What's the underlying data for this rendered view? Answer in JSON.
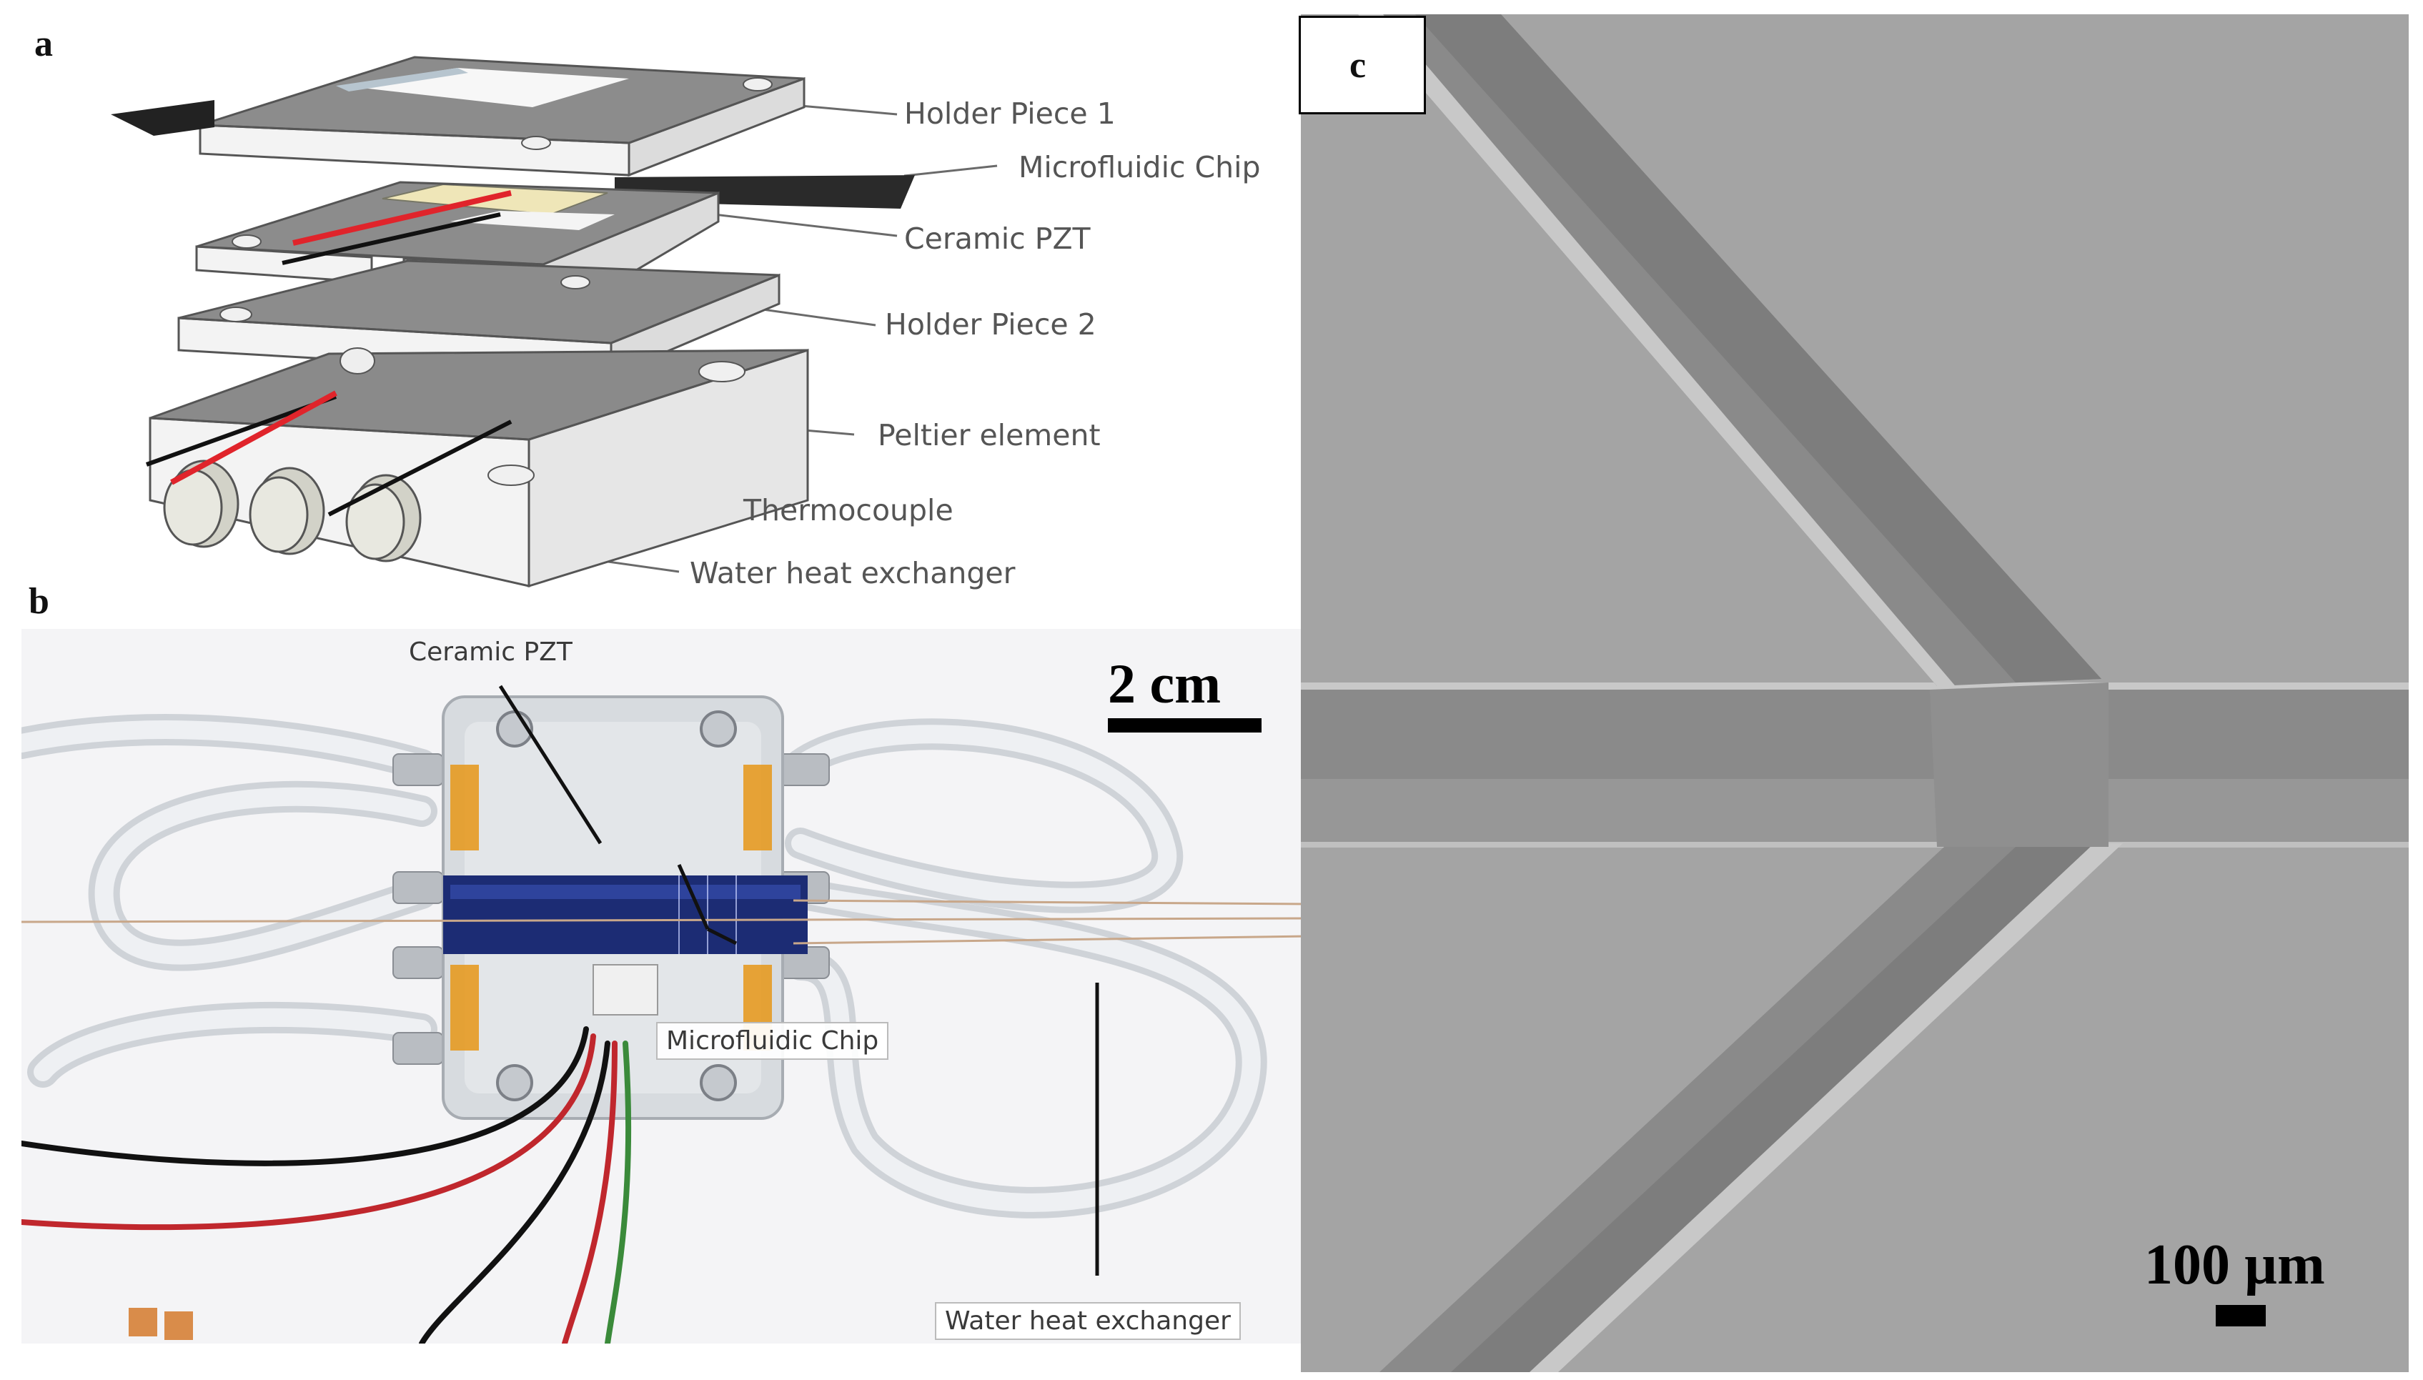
{
  "panels": {
    "a": {
      "letter": "a",
      "labels": {
        "holder_piece_1": "Holder Piece 1",
        "microfluidic_chip": "Microfluidic Chip",
        "ceramic_pzt": "Ceramic PZT",
        "holder_piece_2": "Holder Piece 2",
        "peltier_element": "Peltier element",
        "thermocouple": "Thermocouple",
        "water_heat_exchanger": "Water heat exchanger"
      }
    },
    "b": {
      "letter": "b",
      "labels": {
        "ceramic_pzt": "Ceramic PZT",
        "microfluidic_chip": "Microfluidic Chip",
        "water_heat_exchanger": "Water heat exchanger"
      },
      "scale_bar": "2 cm"
    },
    "c": {
      "letter": "c",
      "scale_bar": "100 µm"
    }
  },
  "colors": {
    "wire_red": "#e0242b",
    "wire_black": "#111111",
    "plate_top": "#8c8c8c",
    "plate_face": "#f2f2f2",
    "chip_blue": "#1c2c74",
    "kapton_orange": "#e59a22",
    "sem_gray": "#a4a4a4"
  }
}
